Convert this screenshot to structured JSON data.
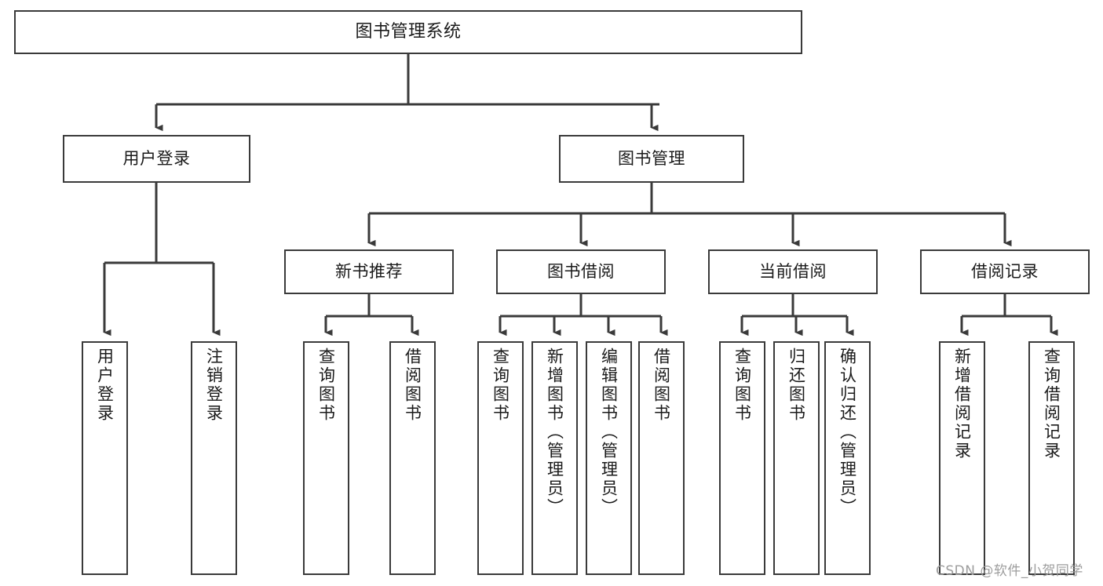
{
  "diagram": {
    "title": "图书管理系统",
    "type": "tree-hierarchy-chart",
    "root": {
      "label": "图书管理系统"
    },
    "level2": [
      {
        "label": "用户登录"
      },
      {
        "label": "图书管理"
      }
    ],
    "level3": [
      {
        "label": "新书推荐"
      },
      {
        "label": "图书借阅"
      },
      {
        "label": "当前借阅"
      },
      {
        "label": "借阅记录"
      }
    ],
    "leaves": {
      "user_login": [
        {
          "label": "用户登录"
        },
        {
          "label": "注销登录"
        }
      ],
      "new_book_recommend": [
        {
          "label": "查询图书"
        },
        {
          "label": "借阅图书"
        }
      ],
      "book_borrow": [
        {
          "label": "查询图书"
        },
        {
          "label": "新增图书（管理员）"
        },
        {
          "label": "编辑图书（管理员）"
        },
        {
          "label": "借阅图书"
        }
      ],
      "current_borrow": [
        {
          "label": "查询图书"
        },
        {
          "label": "归还图书"
        },
        {
          "label": "确认归还（管理员）"
        }
      ],
      "borrow_record": [
        {
          "label": "新增借阅记录"
        },
        {
          "label": "查询借阅记录"
        }
      ]
    }
  },
  "watermark": {
    "text": "CSDN @软件_小贺同学"
  },
  "colors": {
    "stroke": "#3a3a3a",
    "text": "#1a1a1a",
    "background": "#ffffff",
    "watermark": "#9d9d9d"
  }
}
